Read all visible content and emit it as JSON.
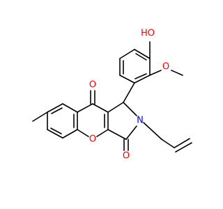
{
  "figure": {
    "type": "skeletal structural formula",
    "background": "#ffffff",
    "bond_color": "#000000"
  },
  "atom_labels": {
    "hydroxyl_oxygen": "HO",
    "methoxy_oxygen": "O",
    "upper_carbonyl_oxygen": "O",
    "ring_oxygen": "O",
    "lower_carbonyl_oxygen": "O",
    "ring_nitrogen": "N"
  },
  "colors": {
    "oxygen": "#ff0000",
    "nitrogen": "#0000ff"
  }
}
